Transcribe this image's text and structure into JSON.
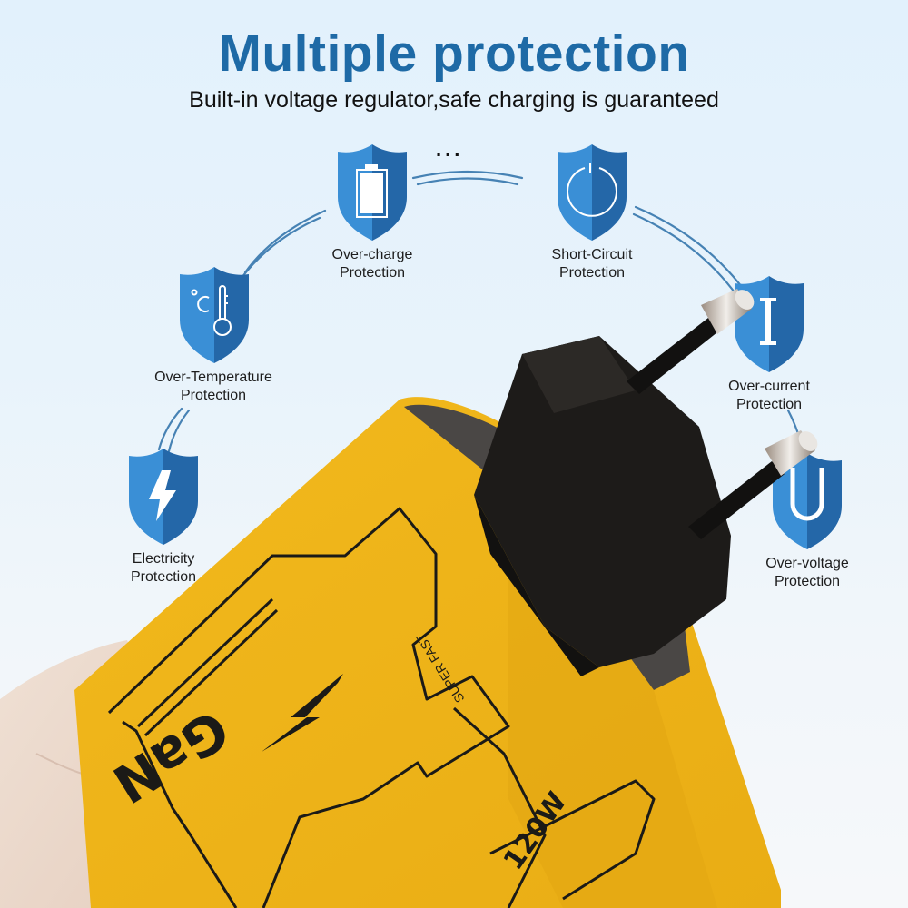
{
  "header": {
    "title": "Multiple protection",
    "subtitle": "Built-in voltage regulator,safe charging is guaranteed",
    "ellipsis": "..."
  },
  "colors": {
    "title_blue": "#1e6aa6",
    "shield_light": "#3a8fd6",
    "shield_dark": "#2467a8",
    "charger_yellow": "#f0b71c",
    "plug_black": "#1c1a18",
    "background": "#e4f1fb"
  },
  "features": [
    {
      "id": "over-charge",
      "label_line1": "Over-charge",
      "label_line2": "Protection",
      "icon": "battery-icon"
    },
    {
      "id": "short-circuit",
      "label_line1": "Short-Circuit",
      "label_line2": "Protection",
      "icon": "power-icon"
    },
    {
      "id": "over-temperature",
      "label_line1": "Over-Temperature",
      "label_line2": "Protection",
      "icon": "thermometer-icon"
    },
    {
      "id": "over-current",
      "label_line1": "Over-current",
      "label_line2": "Protection",
      "icon": "current-i-icon"
    },
    {
      "id": "electricity",
      "label_line1": "Electricity",
      "label_line2": "Protection",
      "icon": "lightning-icon"
    },
    {
      "id": "over-voltage",
      "label_line1": "Over-voltage",
      "label_line2": "Protection",
      "icon": "voltage-u-icon"
    }
  ],
  "product": {
    "brand_text": "GaN",
    "tagline": "SUPER FAST",
    "wattage": "120W",
    "temp_unit": "°C",
    "current_symbol": "I",
    "voltage_symbol": "U"
  }
}
